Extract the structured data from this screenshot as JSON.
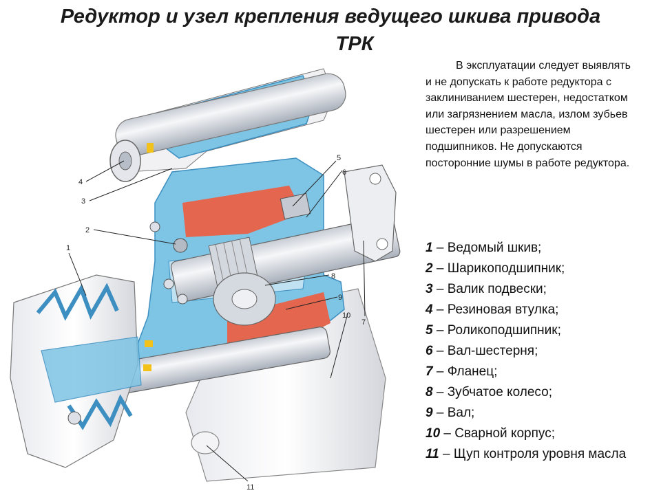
{
  "title": {
    "line1": "Редуктор и узел крепления ведущего шкива привода",
    "line2": "ТРК"
  },
  "description": "В эксплуатации следует выявлять и не допускать к работе редуктора с заклиниванием шестерен, недостатком или загрязнением масла, излом зубьев шестерен или разрешением подшипников. Не допускаются посторонние шумы в работе редуктора.",
  "legend": [
    {
      "num": "1",
      "sep": " – ",
      "label": "Ведомый шкив;"
    },
    {
      "num": "2",
      "sep": " – ",
      "label": "Шарикоподшипник;"
    },
    {
      "num": "3",
      "sep": " – ",
      "label": "Валик подвески;"
    },
    {
      "num": "4",
      "sep": " – ",
      "label": "Резиновая втулка;"
    },
    {
      "num": "5",
      "sep": " – ",
      "label": "Роликоподшипник;"
    },
    {
      "num": "6",
      "sep": " – ",
      "label": "Вал-шестерня;"
    },
    {
      "num": "7",
      "sep": " – ",
      "label": "Фланец;"
    },
    {
      "num": "8",
      "sep": " – ",
      "label": "Зубчатое колесо;"
    },
    {
      "num": "9",
      "sep": " – ",
      "label": "Вал;"
    },
    {
      "num": "10",
      "sep": " – ",
      "label": "Сварной корпус;"
    },
    {
      "num": "11",
      "sep": " – ",
      "label": "Щуп контроля уровня масла"
    }
  ],
  "callouts": [
    "1",
    "2",
    "3",
    "4",
    "5",
    "6",
    "7",
    "8",
    "9",
    "10",
    "11"
  ],
  "colors": {
    "housing": "#7ec4e4",
    "housing_dark": "#3c8fc0",
    "cavity": "#e4664e",
    "steel": "#e9ecf1",
    "steel_shade": "#b8bec8",
    "seal": "#f2c21a"
  }
}
